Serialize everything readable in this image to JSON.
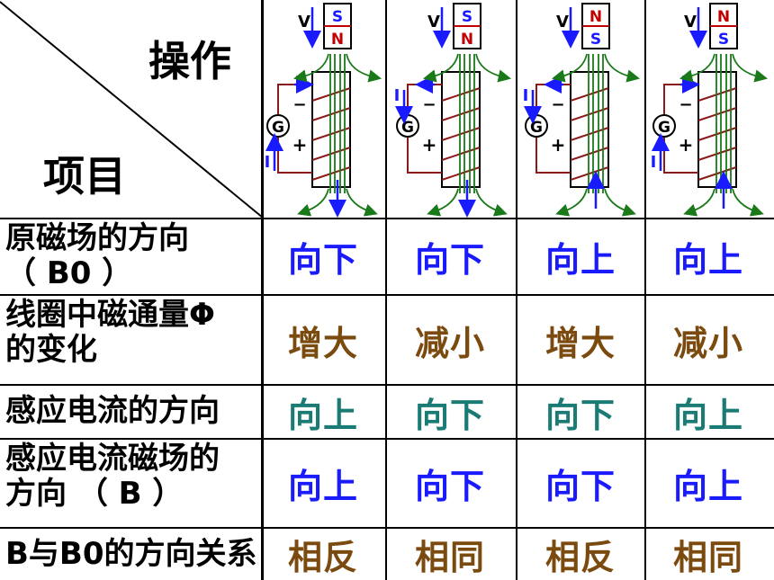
{
  "header": {
    "operation": "操作",
    "item": "项目"
  },
  "magnets": [
    {
      "v_label": "V",
      "top_pole": "S",
      "bottom_pole": "N",
      "current_label": "I",
      "ammeter": "G",
      "minus": "−",
      "plus": "+"
    },
    {
      "v_label": "V",
      "top_pole": "S",
      "bottom_pole": "N",
      "current_label": "I",
      "ammeter": "G",
      "minus": "−",
      "plus": "+"
    },
    {
      "v_label": "V",
      "top_pole": "N",
      "bottom_pole": "S",
      "current_label": "I",
      "ammeter": "G",
      "minus": "−",
      "plus": "+"
    },
    {
      "v_label": "V",
      "top_pole": "N",
      "bottom_pole": "S",
      "current_label": "I",
      "ammeter": "G",
      "minus": "−",
      "plus": "+"
    }
  ],
  "rows": [
    {
      "label_line1": "原磁场的方向",
      "label_line2": "（ B0 ）",
      "values": [
        "向下",
        "向下",
        "向上",
        "向上"
      ],
      "color": "#1a1aff"
    },
    {
      "label_line1": "线圈中磁通量Φ",
      "label_line2": "的变化",
      "values": [
        "增大",
        "减小",
        "增大",
        "减小"
      ],
      "color": "#7a4a0e"
    },
    {
      "label_line1": "感应电流的方向",
      "label_line2": "",
      "values": [
        "向上",
        "向下",
        "向下",
        "向上"
      ],
      "color": "#1a7a74"
    },
    {
      "label_line1": "感应电流磁场的",
      "label_line2": "方向 （ B ）",
      "values": [
        "向上",
        "向下",
        "向下",
        "向上"
      ],
      "color": "#1a1aff"
    },
    {
      "label_line1": "B与B0的方向关系",
      "label_line2": "",
      "values": [
        "相反",
        "相同",
        "相反",
        "相同"
      ],
      "color": "#7a4a0e"
    }
  ]
}
